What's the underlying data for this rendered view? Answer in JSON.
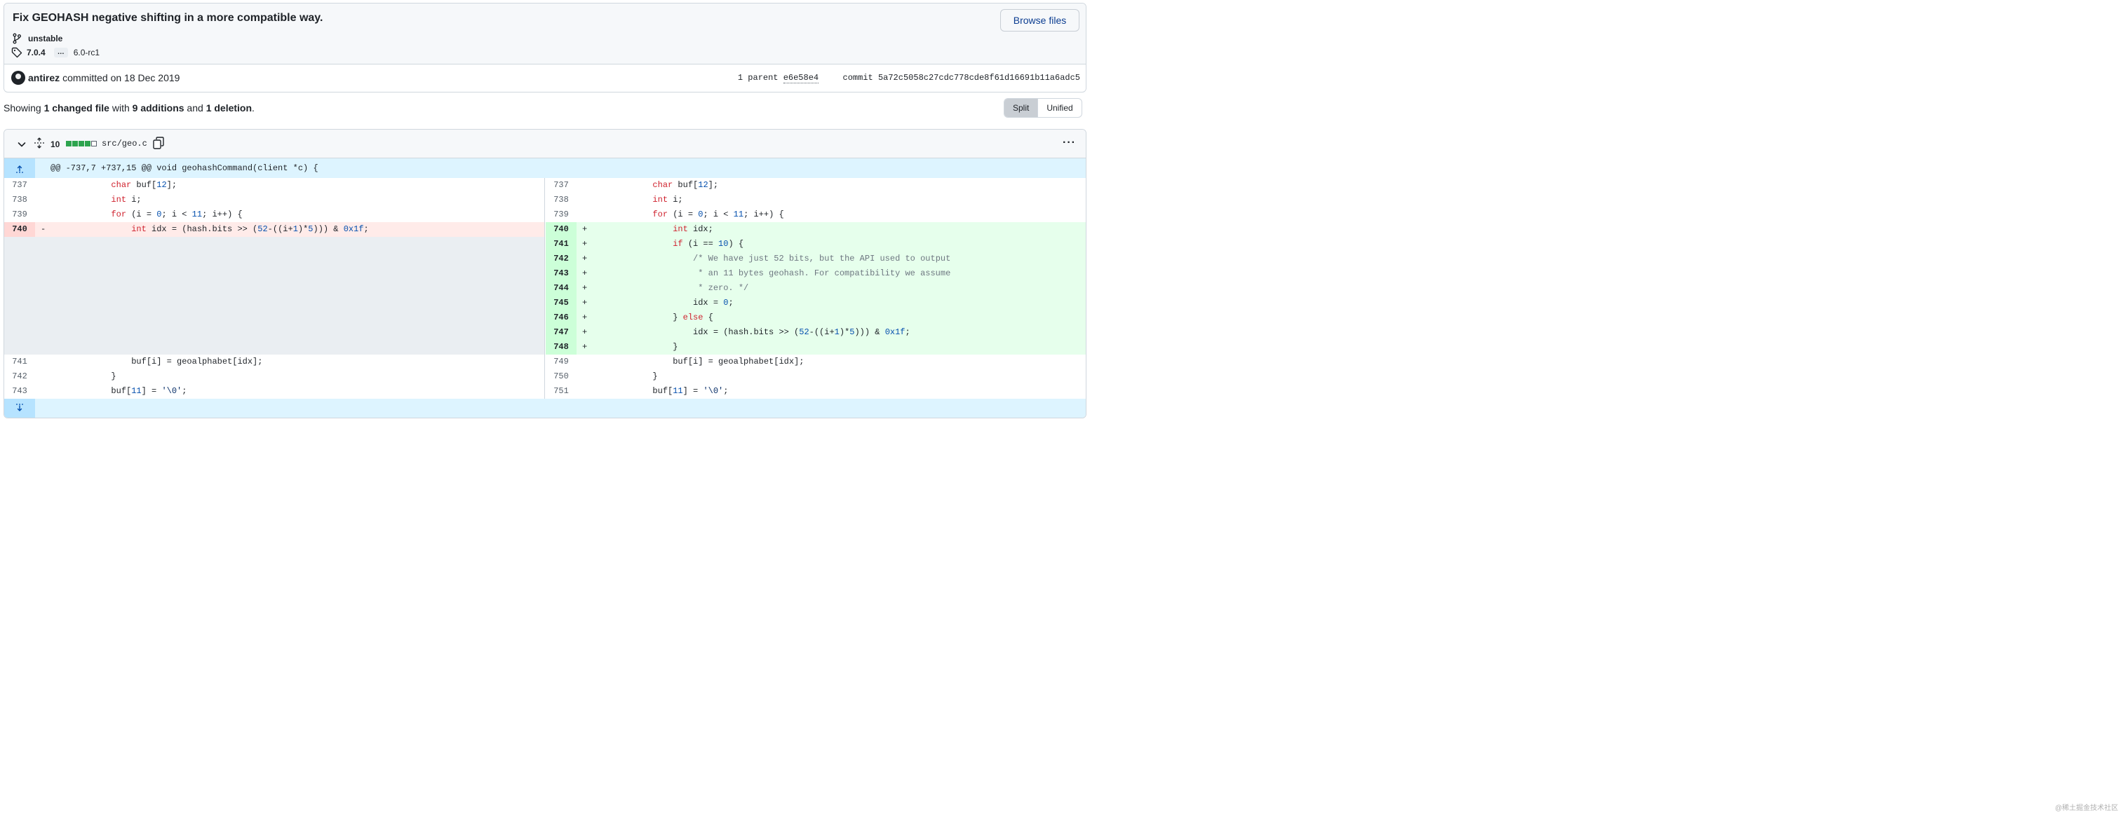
{
  "commit": {
    "title": "Fix GEOHASH negative shifting in a more compatible way.",
    "browse_label": "Browse files",
    "branch": "unstable",
    "tag_first": "7.0.4",
    "tag_ellipsis": "…",
    "tag_last": "6.0-rc1",
    "author": "antirez",
    "committed_text": "committed on 18 Dec 2019",
    "parent_label": "1 parent",
    "parent_sha": "e6e58e4",
    "commit_label": "commit",
    "commit_sha": "5a72c5058c27cdc778cde8f61d16691b11a6adc5"
  },
  "summary": {
    "showing": "Showing ",
    "files": "1 changed file",
    "with": " with ",
    "additions": "9 additions",
    "and": " and ",
    "deletions": "1 deletion",
    "end": "."
  },
  "view_toggle": {
    "split": "Split",
    "unified": "Unified",
    "selected": "Split"
  },
  "file": {
    "changes": "10",
    "name": "src/geo.c",
    "menu": "···",
    "diffstat": {
      "added_blocks": 4,
      "deleted_blocks": 0,
      "neutral_blocks": 1
    },
    "hunk_header": "@@ -737,7 +737,15 @@ void geohashCommand(client *c) {"
  },
  "rows": [
    {
      "l": {
        "n": "737",
        "h": "            <span class='kw'>char</span> buf[<span class='nm'>12</span>];"
      },
      "r": {
        "n": "737",
        "h": "            <span class='kw'>char</span> buf[<span class='nm'>12</span>];"
      }
    },
    {
      "l": {
        "n": "738",
        "h": "            <span class='kw'>int</span> i;"
      },
      "r": {
        "n": "738",
        "h": "            <span class='kw'>int</span> i;"
      }
    },
    {
      "l": {
        "n": "739",
        "h": "            <span class='kw'>for</span> (i = <span class='nm'>0</span>; i &lt; <span class='nm'>11</span>; i++) {"
      },
      "r": {
        "n": "739",
        "h": "            <span class='kw'>for</span> (i = <span class='nm'>0</span>; i &lt; <span class='nm'>11</span>; i++) {"
      }
    },
    {
      "l": {
        "t": "del",
        "n": "740",
        "m": "-",
        "h": "                <span class='kw'>int</span> idx = (hash.bits &gt;&gt; (<span class='nm'>52</span>-((i+<span class='nm'>1</span>)*<span class='nm'>5</span>))) &amp; <span class='nm'>0x1f</span>;"
      },
      "r": {
        "t": "add",
        "n": "740",
        "m": "+",
        "h": "                <span class='kw'>int</span> idx;"
      }
    },
    {
      "l": {
        "t": "empty"
      },
      "r": {
        "t": "add",
        "n": "741",
        "m": "+",
        "h": "                <span class='kw'>if</span> (i == <span class='nm'>10</span>) {"
      }
    },
    {
      "l": {
        "t": "empty"
      },
      "r": {
        "t": "add",
        "n": "742",
        "m": "+",
        "h": "                    <span class='cm'>/* We have just 52 bits, but the API used to output</span>"
      }
    },
    {
      "l": {
        "t": "empty"
      },
      "r": {
        "t": "add",
        "n": "743",
        "m": "+",
        "h": "<span class='cm'>                     * an 11 bytes geohash. For compatibility we assume</span>"
      }
    },
    {
      "l": {
        "t": "empty"
      },
      "r": {
        "t": "add",
        "n": "744",
        "m": "+",
        "h": "<span class='cm'>                     * zero. */</span>"
      }
    },
    {
      "l": {
        "t": "empty"
      },
      "r": {
        "t": "add",
        "n": "745",
        "m": "+",
        "h": "                    idx = <span class='nm'>0</span>;"
      }
    },
    {
      "l": {
        "t": "empty"
      },
      "r": {
        "t": "add",
        "n": "746",
        "m": "+",
        "h": "                } <span class='kw'>else</span> {"
      }
    },
    {
      "l": {
        "t": "empty"
      },
      "r": {
        "t": "add",
        "n": "747",
        "m": "+",
        "h": "                    idx = (hash.bits &gt;&gt; (<span class='nm'>52</span>-((i+<span class='nm'>1</span>)*<span class='nm'>5</span>))) &amp; <span class='nm'>0x1f</span>;"
      }
    },
    {
      "l": {
        "t": "empty"
      },
      "r": {
        "t": "add",
        "n": "748",
        "m": "+",
        "h": "                }"
      }
    },
    {
      "l": {
        "n": "741",
        "h": "                buf[i] = geoalphabet[idx];"
      },
      "r": {
        "n": "749",
        "h": "                buf[i] = geoalphabet[idx];"
      }
    },
    {
      "l": {
        "n": "742",
        "h": "            }"
      },
      "r": {
        "n": "750",
        "h": "            }"
      }
    },
    {
      "l": {
        "n": "743",
        "h": "            buf[<span class='nm'>11</span>] = <span class='st'>'\\0'</span>;"
      },
      "r": {
        "n": "751",
        "h": "            buf[<span class='nm'>11</span>] = <span class='st'>'\\0'</span>;"
      }
    }
  ],
  "watermark": "@稀土掘金技术社区",
  "colors": {
    "added": "#e6ffec",
    "deleted": "#ffebe9",
    "hunk": "#ddf4ff",
    "link": "#0b3d91"
  }
}
